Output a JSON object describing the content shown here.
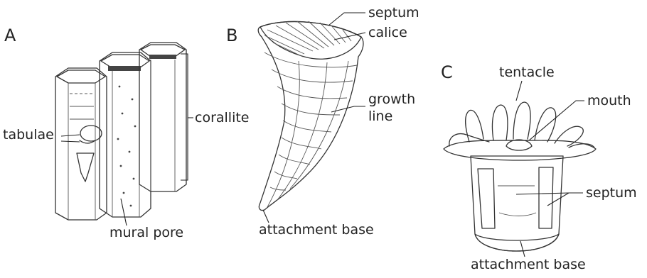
{
  "colors": {
    "ink": "#333333",
    "shade": "#dcdcdc",
    "background": "#ffffff"
  },
  "panels": {
    "a": {
      "letter": "A",
      "labels": {
        "tabulae": "tabulae",
        "mural_pore": "mural pore",
        "corallite": "corallite"
      }
    },
    "b": {
      "letter": "B",
      "labels": {
        "septum": "septum",
        "calice": "calice",
        "growth_line_1": "growth",
        "growth_line_2": "line",
        "attachment_base": "attachment base"
      }
    },
    "c": {
      "letter": "C",
      "labels": {
        "tentacle": "tentacle",
        "mouth": "mouth",
        "septum": "septum",
        "attachment_base": "attachment base"
      }
    }
  }
}
